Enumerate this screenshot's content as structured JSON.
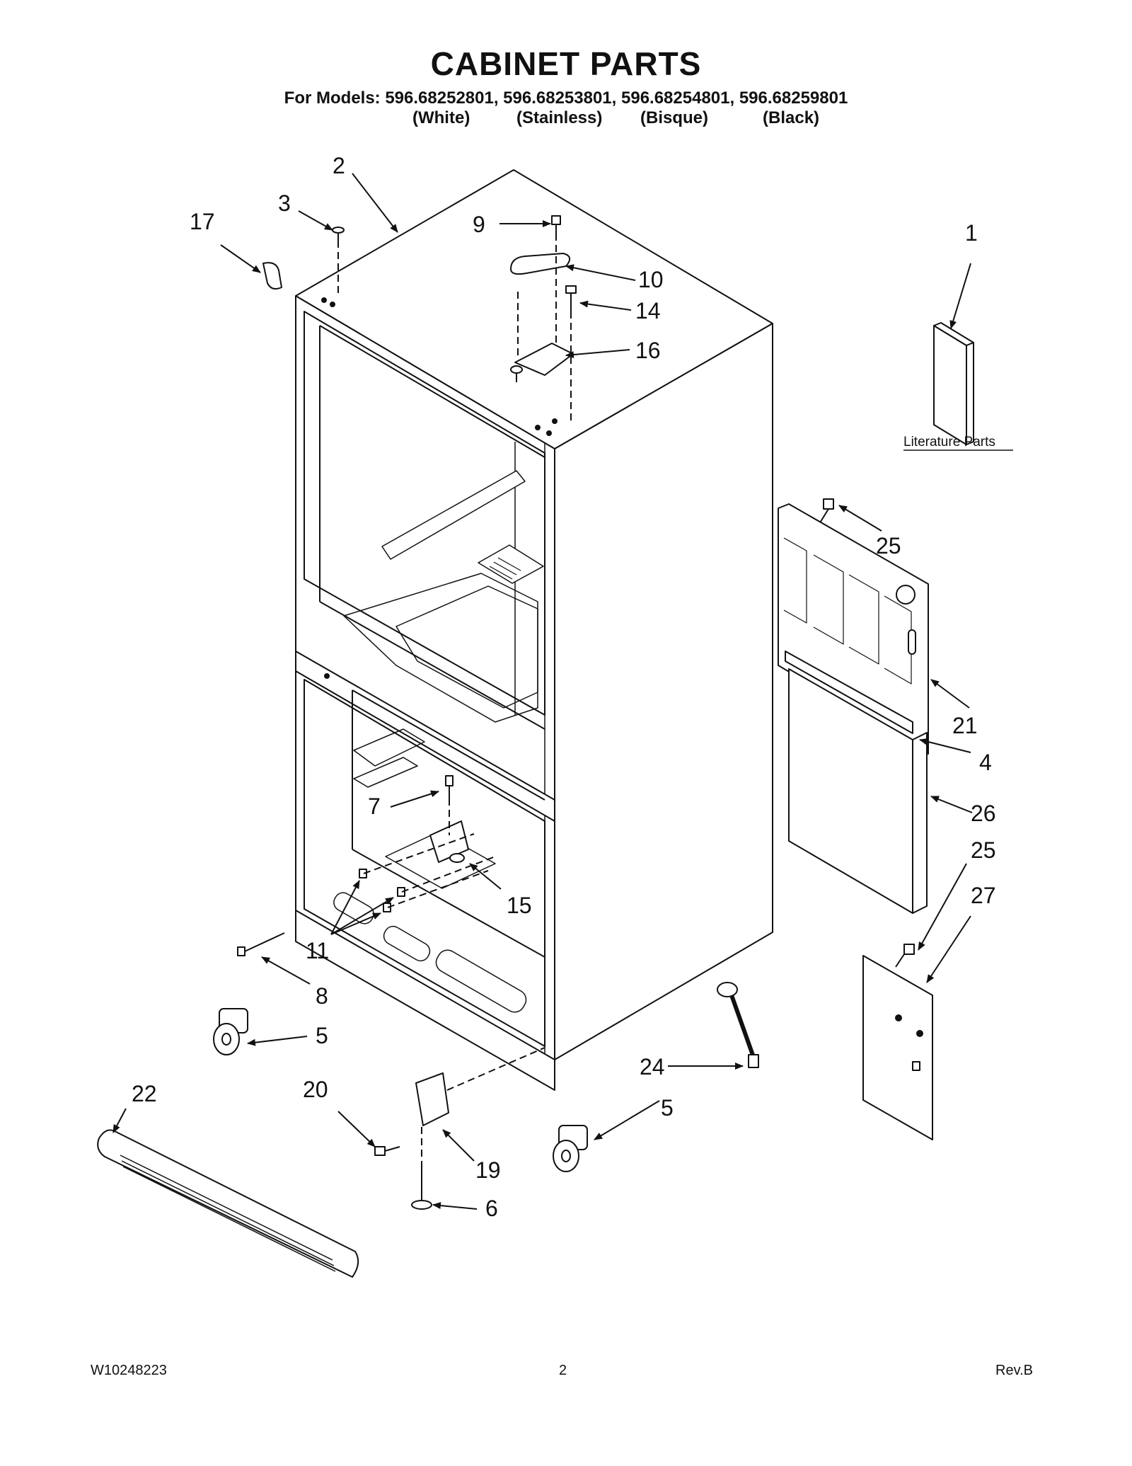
{
  "header": {
    "title": "CABINET PARTS",
    "models": "For Models: 596.68252801, 596.68253801, 596.68254801, 596.68259801",
    "variants": [
      "(White)",
      "(Stainless)",
      "(Bisque)",
      "(Black)"
    ]
  },
  "literature_label": "Literature Parts",
  "callouts": {
    "c1": "1",
    "c2": "2",
    "c3": "3",
    "c4": "4",
    "c5a": "5",
    "c5b": "5",
    "c6": "6",
    "c7": "7",
    "c8": "8",
    "c9": "9",
    "c10": "10",
    "c11": "11",
    "c14": "14",
    "c15": "15",
    "c16": "16",
    "c17": "17",
    "c19": "19",
    "c20": "20",
    "c21": "21",
    "c22": "22",
    "c24": "24",
    "c25a": "25",
    "c25b": "25",
    "c26": "26",
    "c27": "27"
  },
  "footer": {
    "doc_number": "W10248223",
    "page": "2",
    "revision": "Rev.B"
  }
}
